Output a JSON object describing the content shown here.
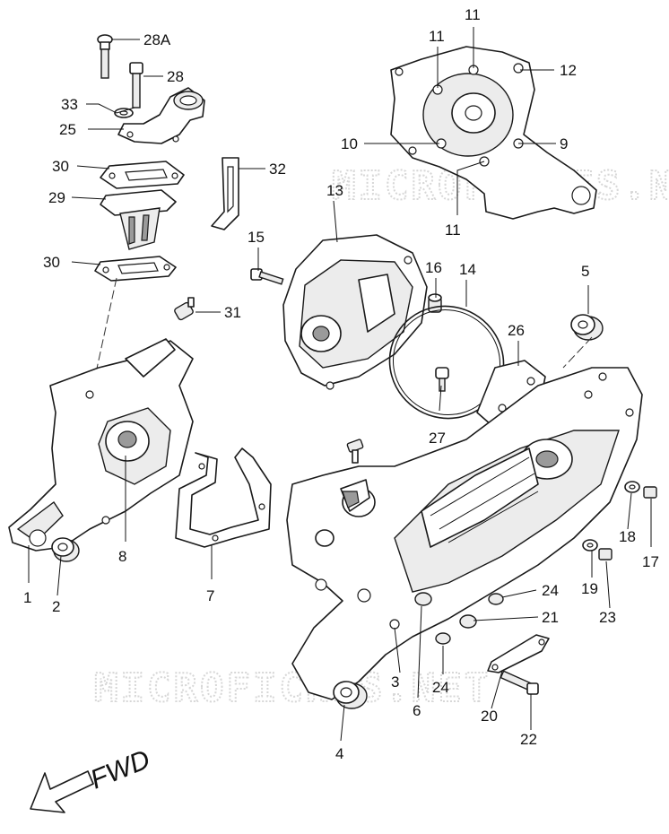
{
  "watermark": "MICROFICHES.NET",
  "direction_label": "FWD",
  "callouts": [
    {
      "id": "c1",
      "text": "1"
    },
    {
      "id": "c2",
      "text": "2"
    },
    {
      "id": "c3",
      "text": "3"
    },
    {
      "id": "c4",
      "text": "4"
    },
    {
      "id": "c5",
      "text": "5"
    },
    {
      "id": "c6",
      "text": "6"
    },
    {
      "id": "c7",
      "text": "7"
    },
    {
      "id": "c8",
      "text": "8"
    },
    {
      "id": "c9",
      "text": "9"
    },
    {
      "id": "c10",
      "text": "10"
    },
    {
      "id": "c11a",
      "text": "11"
    },
    {
      "id": "c11b",
      "text": "11"
    },
    {
      "id": "c11c",
      "text": "11"
    },
    {
      "id": "c12",
      "text": "12"
    },
    {
      "id": "c13",
      "text": "13"
    },
    {
      "id": "c14",
      "text": "14"
    },
    {
      "id": "c15",
      "text": "15"
    },
    {
      "id": "c16",
      "text": "16"
    },
    {
      "id": "c17",
      "text": "17"
    },
    {
      "id": "c18",
      "text": "18"
    },
    {
      "id": "c19",
      "text": "19"
    },
    {
      "id": "c20",
      "text": "20"
    },
    {
      "id": "c21",
      "text": "21"
    },
    {
      "id": "c22",
      "text": "22"
    },
    {
      "id": "c23",
      "text": "23"
    },
    {
      "id": "c24a",
      "text": "24"
    },
    {
      "id": "c24b",
      "text": "24"
    },
    {
      "id": "c25",
      "text": "25"
    },
    {
      "id": "c26",
      "text": "26"
    },
    {
      "id": "c27",
      "text": "27"
    },
    {
      "id": "c28",
      "text": "28"
    },
    {
      "id": "c28A",
      "text": "28A"
    },
    {
      "id": "c29",
      "text": "29"
    },
    {
      "id": "c30a",
      "text": "30"
    },
    {
      "id": "c30b",
      "text": "30"
    },
    {
      "id": "c31",
      "text": "31"
    },
    {
      "id": "c32",
      "text": "32"
    },
    {
      "id": "c33",
      "text": "33"
    }
  ]
}
